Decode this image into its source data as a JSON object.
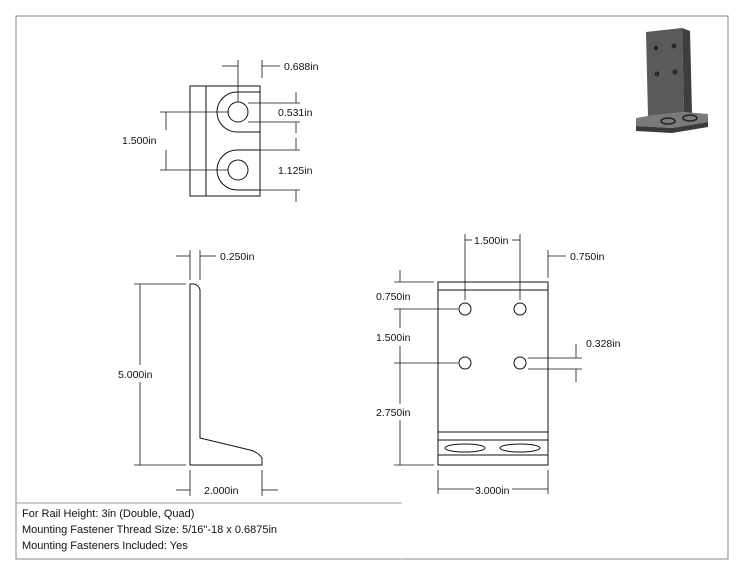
{
  "dimensions": {
    "top_width": "0.688in",
    "top_hole_dia": "0.531in",
    "top_spacing": "1.500in",
    "top_slot": "1.125in",
    "side_thickness": "0.250in",
    "side_height": "5.000in",
    "side_base": "2.000in",
    "front_spacing_h": "1.500in",
    "front_edge_h": "0.750in",
    "front_top_v": "0.750in",
    "front_spacing_v": "1.500in",
    "front_hole_dia": "0.328in",
    "front_bottom_v": "2.750in",
    "front_width": "3.000in"
  },
  "notes": {
    "rail_height": "For Rail Height: 3in (Double, Quad)",
    "thread_size": "Mounting Fastener Thread Size: 5/16\"-18 x 0.6875in",
    "fasteners_included": "Mounting Fasteners Included: Yes"
  },
  "colors": {
    "line": "#111111",
    "part_dark": "#4a4a4a",
    "part_mid": "#6b6b6b",
    "part_light": "#8c8c8c"
  }
}
